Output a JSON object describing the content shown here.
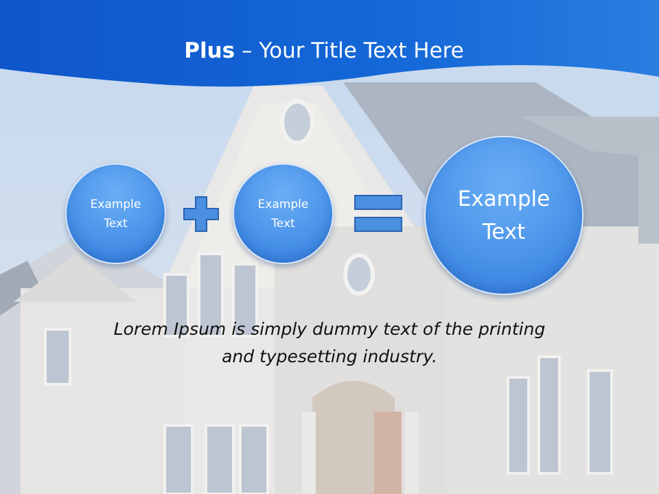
{
  "title": {
    "bold": "Plus",
    "rest": " – Your Title Text Here"
  },
  "diagram": {
    "left_circle": {
      "line1": "Example",
      "line2": "Text"
    },
    "operator_1": "plus",
    "middle_circle": {
      "line1": "Example",
      "line2": "Text"
    },
    "operator_2": "equals",
    "result_circle": {
      "line1": "Example",
      "line2": "Text"
    }
  },
  "caption": {
    "line1": "Lorem Ipsum is simply dummy text of the printing",
    "line2": "and typesetting industry."
  },
  "colors": {
    "banner": "#1565d8",
    "circle": "#4b94ea",
    "operator_fill": "#4a8fe0",
    "operator_stroke": "#2a62b0"
  }
}
